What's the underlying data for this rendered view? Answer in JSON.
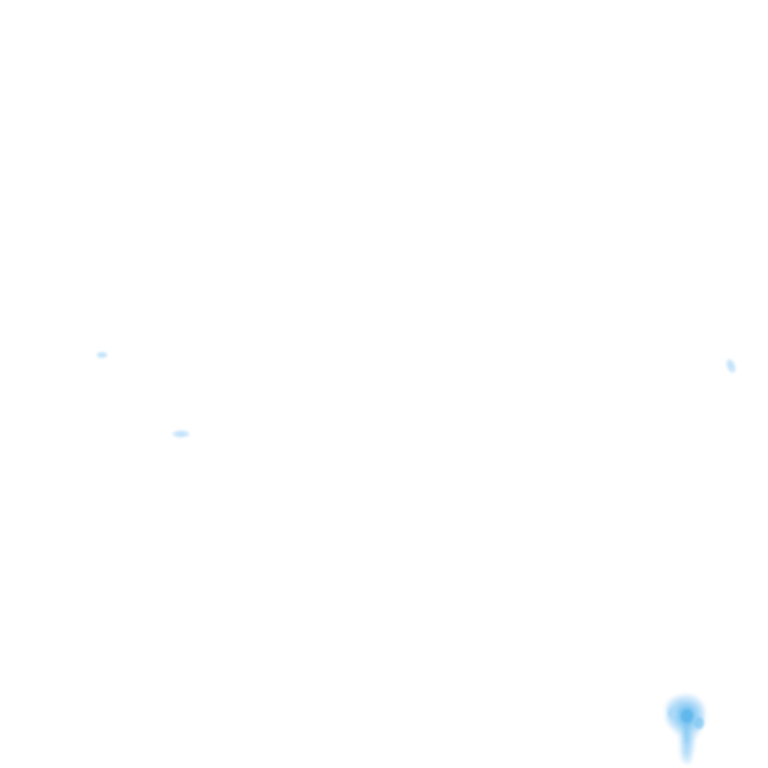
{
  "overlay": {
    "background_color": "#ffffff",
    "palette": {
      "faint": "#cfe8fb",
      "light": "#a9d8f7",
      "medium": "#82c8f3",
      "strong": "#5fb6ec"
    },
    "regions": [
      {
        "name": "left-speck-upper",
        "intensity": "faint"
      },
      {
        "name": "left-speck-lower",
        "intensity": "faint"
      },
      {
        "name": "right-edge-speck",
        "intensity": "faint"
      },
      {
        "name": "bottom-right-plume",
        "intensity": "strong"
      }
    ]
  }
}
